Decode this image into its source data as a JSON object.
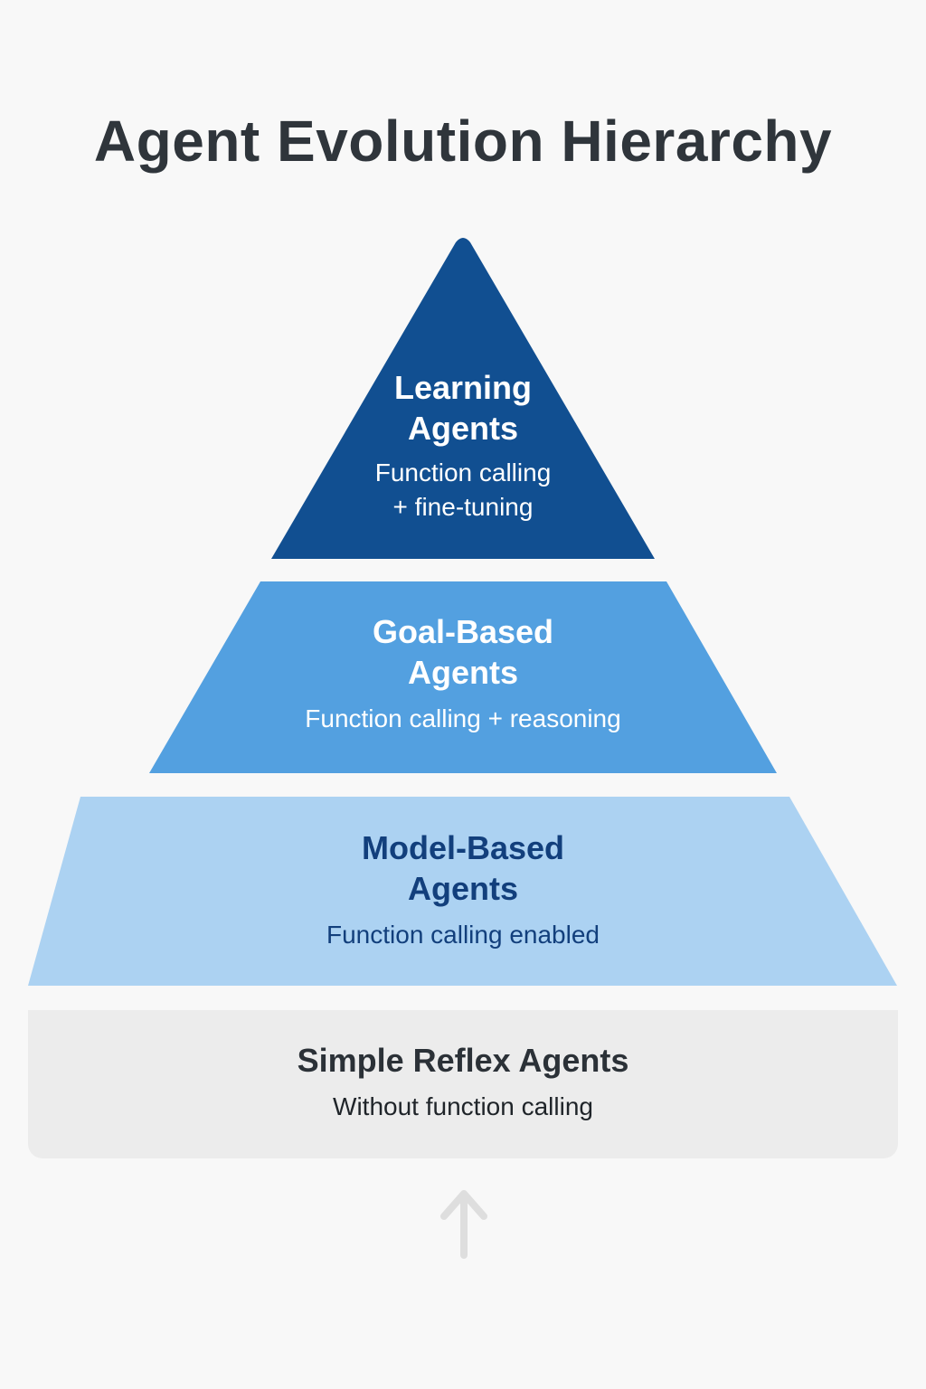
{
  "title": "Agent Evolution Hierarchy",
  "colors": {
    "background": "#f8f8f8",
    "title": "#2f353b",
    "learning": "#114f91",
    "goal_based": "#53a0e0",
    "model_based": "#acd2f2",
    "simple_reflex": "#ececec",
    "arrow": "#dedede"
  },
  "layers": [
    {
      "level": 4,
      "title_line1": "Learning",
      "title_line2": "Agents",
      "subtitle_line1": "Function calling",
      "subtitle_line2": "+ fine-tuning"
    },
    {
      "level": 3,
      "title_line1": "Goal-Based",
      "title_line2": "Agents",
      "subtitle_line1": "Function calling + reasoning"
    },
    {
      "level": 2,
      "title_line1": "Model-Based",
      "title_line2": "Agents",
      "subtitle_line1": "Function calling enabled"
    },
    {
      "level": 1,
      "title_line1": "Simple Reflex Agents",
      "subtitle_line1": "Without function calling"
    }
  ],
  "arrow": {
    "icon": "arrow-up-icon",
    "direction": "up"
  }
}
